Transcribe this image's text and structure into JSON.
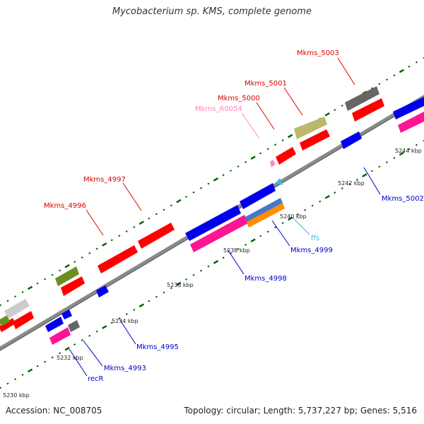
{
  "title": "Mycobacterium sp. KMS, complete genome",
  "footer": {
    "accession": "Accession: NC_008705",
    "topology": "Topology: circular; Length: 5,737,227 bp; Genes: 5,516"
  },
  "ticks": [
    {
      "label": "5230 kbp",
      "kbp": 5230
    },
    {
      "label": "5232 kbp",
      "kbp": 5232
    },
    {
      "label": "5234 kbp",
      "kbp": 5234
    },
    {
      "label": "5236 kbp",
      "kbp": 5236
    },
    {
      "label": "5238 kbp",
      "kbp": 5238
    },
    {
      "label": "5240 kbp",
      "kbp": 5240
    },
    {
      "label": "5242 kbp",
      "kbp": 5242
    },
    {
      "label": "5244 kbp",
      "kbp": 5244
    }
  ],
  "gene_labels": [
    {
      "name": "Mkms_5003",
      "color": "#dd0000"
    },
    {
      "name": "Mkms_5001",
      "color": "#dd0000"
    },
    {
      "name": "Mkms_5000",
      "color": "#dd0000"
    },
    {
      "name": "Mkms_R0054",
      "color": "#ff88bb"
    },
    {
      "name": "Mkms_4997",
      "color": "#dd0000"
    },
    {
      "name": "Mkms_4996",
      "color": "#dd0000"
    },
    {
      "name": "Mkms_5002",
      "color": "#0000cc"
    },
    {
      "name": "ffs",
      "color": "#33bbee"
    },
    {
      "name": "Mkms_4999",
      "color": "#0000cc"
    },
    {
      "name": "Mkms_4998",
      "color": "#0000cc"
    },
    {
      "name": "Mkms_4995",
      "color": "#0000cc"
    },
    {
      "name": "Mkms_4993",
      "color": "#0000cc"
    },
    {
      "name": "recR",
      "color": "#0000cc"
    }
  ],
  "feature_colors": {
    "red": "#ff0000",
    "blue": "#0000ee",
    "magenta": "#ff1493",
    "gray": "#666666",
    "light_gray": "#cccccc",
    "olive": "#6b8e23",
    "khaki": "#bdb76b",
    "orange": "#ff8c00",
    "steel_blue": "#4477cc",
    "light_blue": "#33bbee",
    "pink": "#ff88bb"
  },
  "backbone_color": "#888888",
  "dot_color": "#006400"
}
